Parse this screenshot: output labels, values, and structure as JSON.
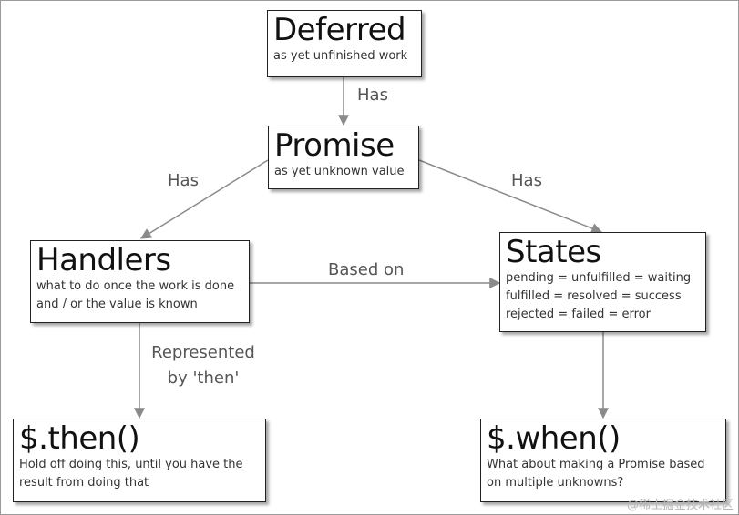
{
  "nodes": {
    "deferred": {
      "title": "Deferred",
      "desc": [
        "as yet unfinished work"
      ]
    },
    "promise": {
      "title": "Promise",
      "desc": [
        "as yet unknown value"
      ]
    },
    "handlers": {
      "title": "Handlers",
      "desc": [
        "what to do once the work is done",
        "and / or the value is known"
      ]
    },
    "states": {
      "title": "States",
      "desc": [
        "pending = unfulfilled = waiting",
        "fulfilled = resolved = success",
        "rejected = failed = error"
      ]
    },
    "then": {
      "title": "$.then()",
      "desc": [
        "Hold off doing this, until you have the",
        "result from doing that"
      ]
    },
    "when": {
      "title": "$.when()",
      "desc": [
        "What about making a Promise based",
        "on multiple unknowns?"
      ]
    }
  },
  "edges": {
    "deferred_promise": "Has",
    "promise_handlers": "Has",
    "promise_states": "Has",
    "handlers_states": "Based on",
    "handlers_then": [
      "Represented",
      "by 'then'"
    ]
  },
  "watermark": "@稀土掘金技术社区",
  "colors": {
    "edge": "#8a8a8a",
    "border": "#222222",
    "label": "#555555"
  }
}
